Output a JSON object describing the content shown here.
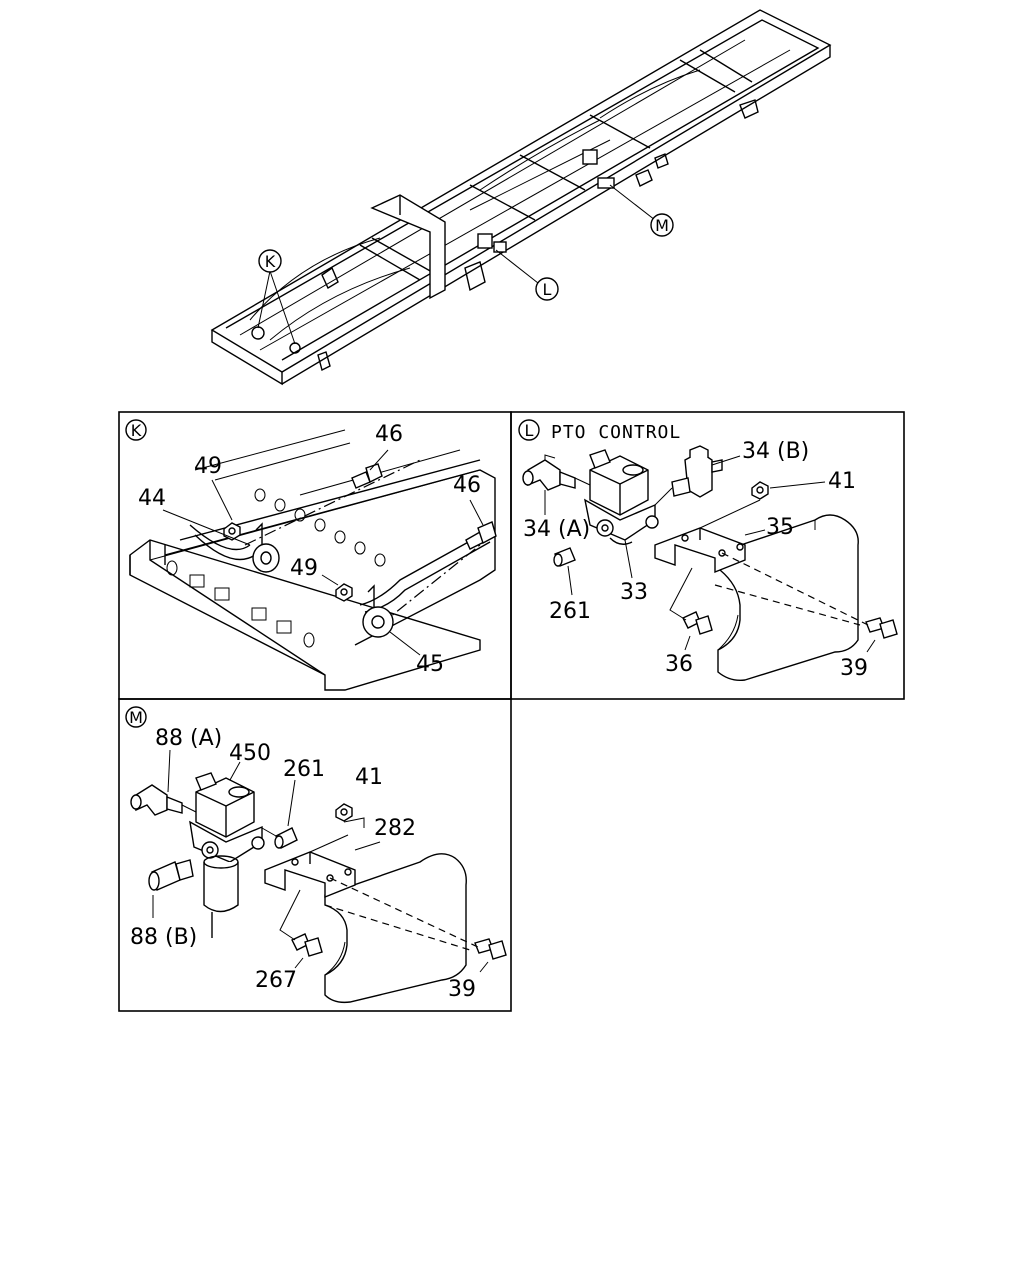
{
  "overview": {
    "callout_k": "K",
    "callout_l": "L",
    "callout_m": "M"
  },
  "panel_k": {
    "badge": "K",
    "labels": {
      "l46a": "46",
      "l46b": "46",
      "l49a": "49",
      "l49b": "49",
      "l44": "44",
      "l45": "45"
    }
  },
  "panel_l": {
    "badge": "L",
    "title": "PTO CONTROL",
    "labels": {
      "l34b": "34 (B)",
      "l41": "41",
      "l34a": "34 (A)",
      "l35": "35",
      "l33": "33",
      "l261": "261",
      "l36": "36",
      "l39": "39"
    }
  },
  "panel_m": {
    "badge": "M",
    "labels": {
      "l88a": "88 (A)",
      "l450": "450",
      "l261": "261",
      "l41": "41",
      "l282": "282",
      "l88b": "88 (B)",
      "l267": "267",
      "l39": "39"
    }
  }
}
